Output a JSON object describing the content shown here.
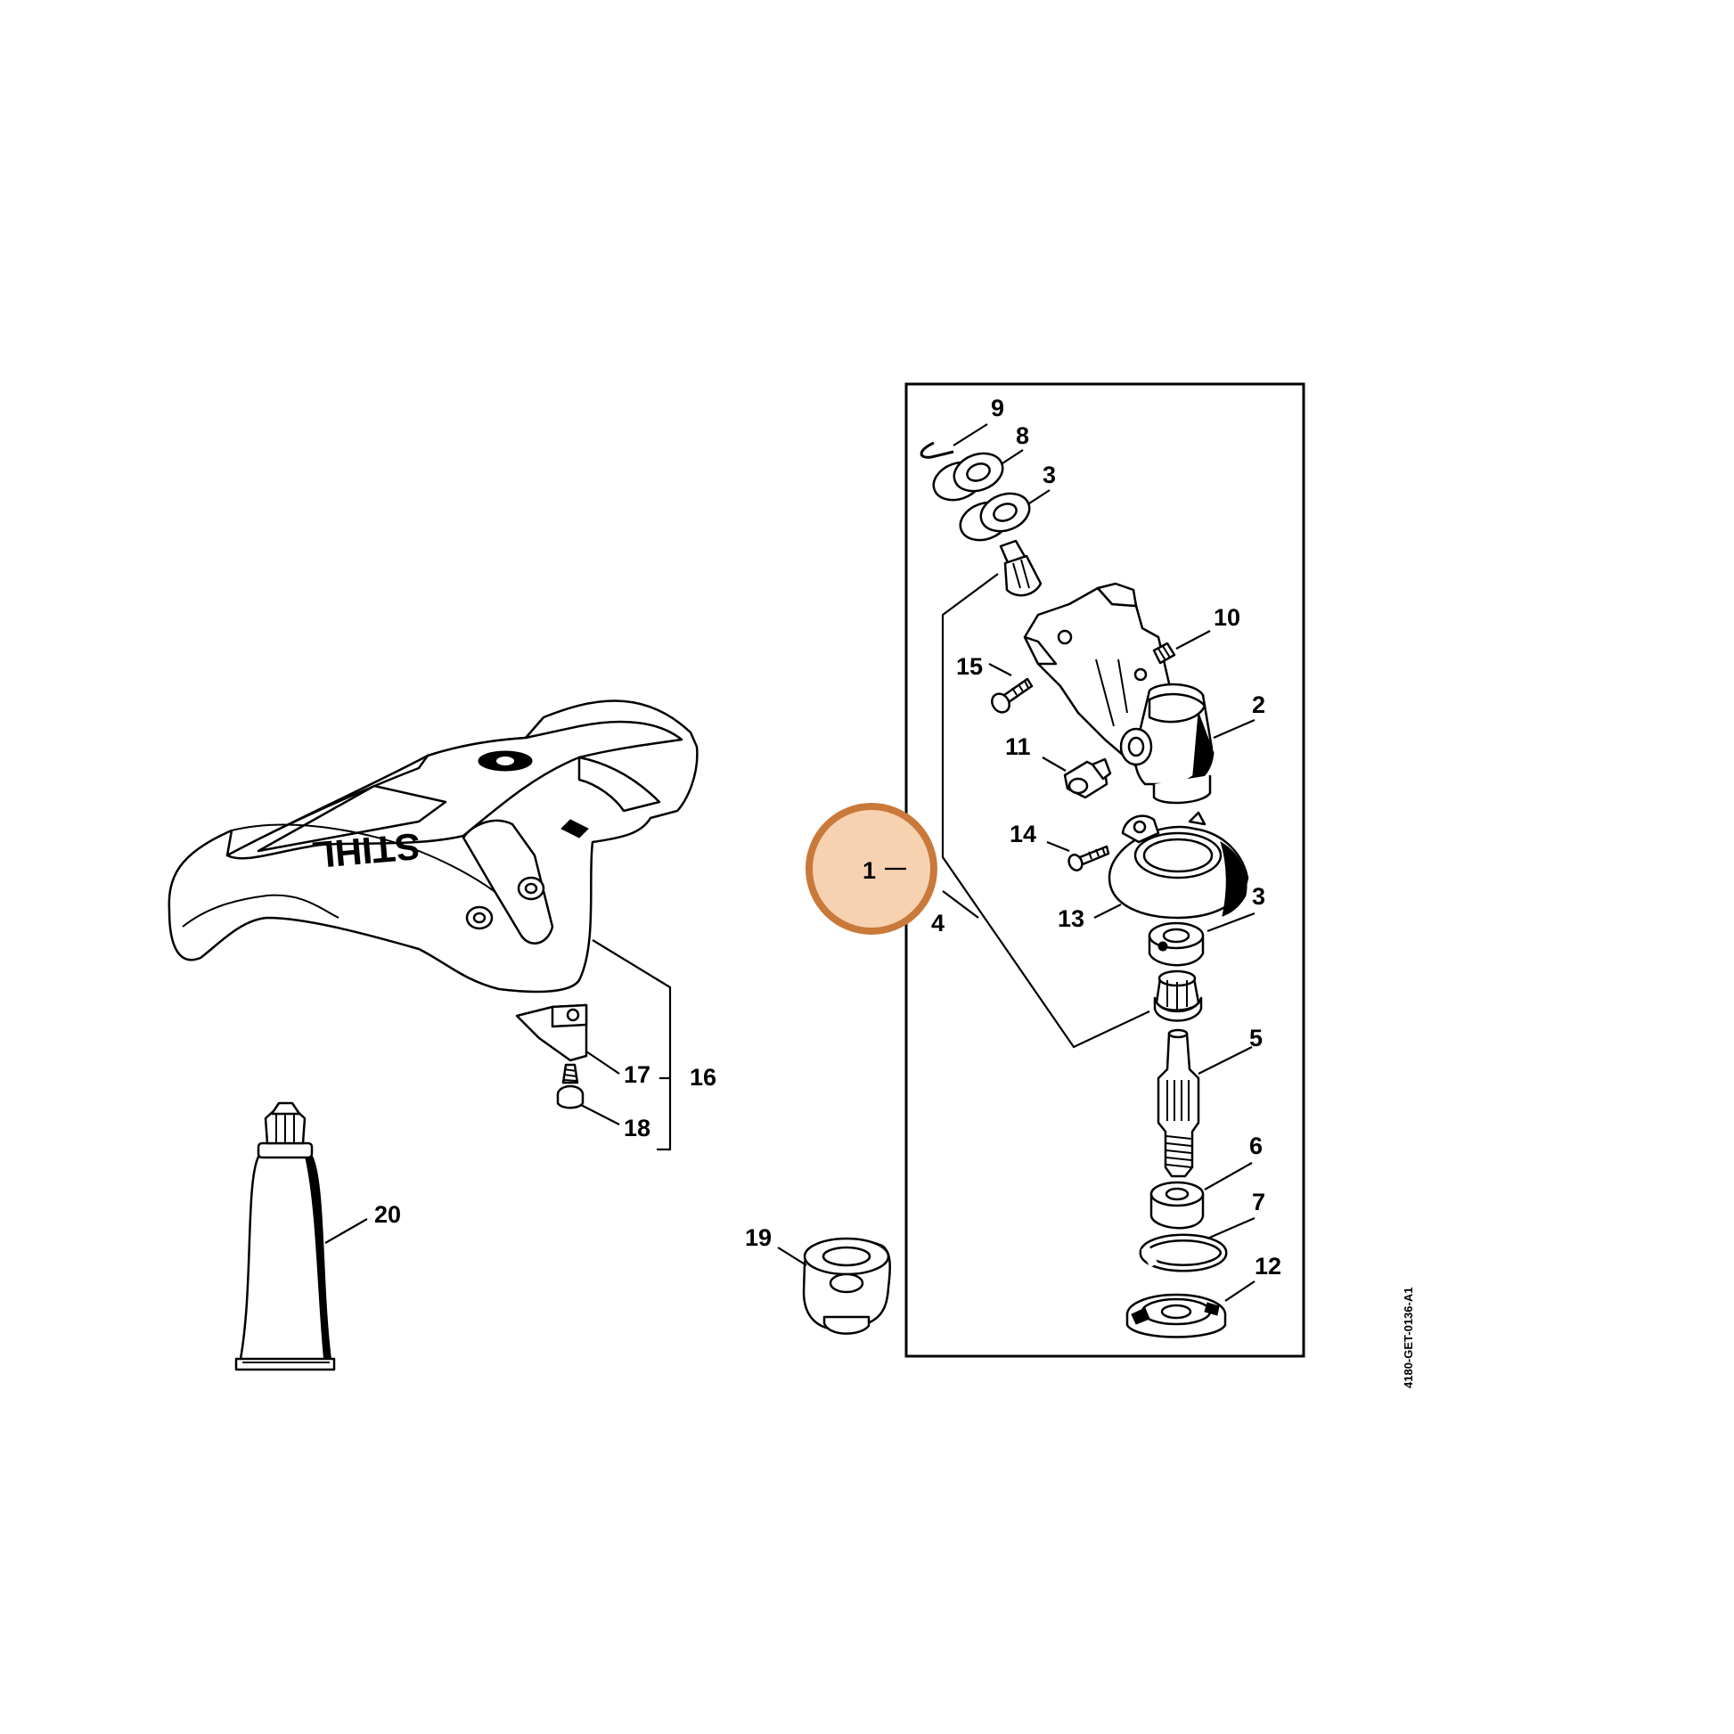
{
  "diagram": {
    "document_code": "4180-GET-0136-A1",
    "brand_mark": "STIHL",
    "highlight": {
      "part": "1",
      "color": "#c9793a",
      "fill": "#f7d2b0"
    },
    "callouts": {
      "c1": "1",
      "c2": "2",
      "c3a": "3",
      "c3b": "3",
      "c4": "4",
      "c5": "5",
      "c6": "6",
      "c7": "7",
      "c8": "8",
      "c9": "9",
      "c10": "10",
      "c11": "11",
      "c12": "12",
      "c13": "13",
      "c14": "14",
      "c15": "15",
      "c16": "16",
      "c17": "17",
      "c18": "18",
      "c19": "19",
      "c20": "20"
    }
  }
}
